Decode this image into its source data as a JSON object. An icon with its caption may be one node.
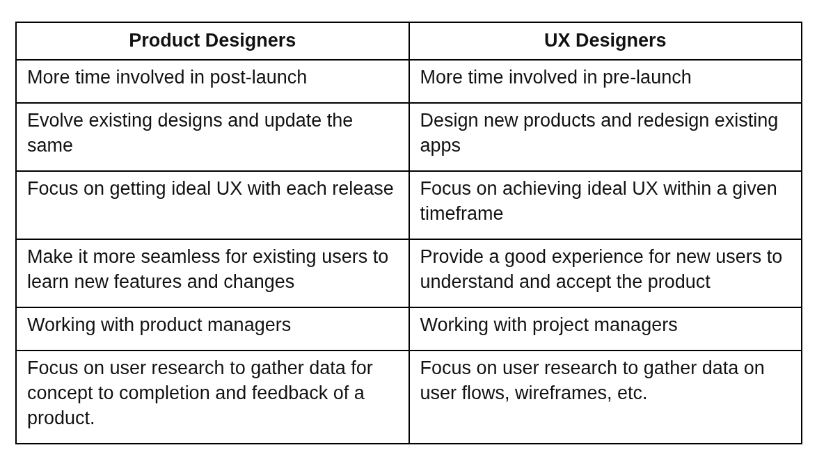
{
  "diagram": {
    "labels": [
      "Product Designers",
      "UX Designers",
      "More time involved in post-launch",
      "More time involved in pre-launch",
      "Evolve existing designs and update the same",
      "Design new products and redesign existing apps",
      "Focus on getting ideal UX with each release",
      "Focus on achieving ideal UX within a given timeframe",
      "Make it more seamless for existing users to learn new features and changes",
      "Provide a good experience for new users to understand and accept the product",
      "Working with product managers",
      "Working with project managers",
      "Focus on user research to gather data for concept to completion and feedback of a product.",
      "Focus on user research to gather data on user flows, wireframes, etc."
    ]
  }
}
